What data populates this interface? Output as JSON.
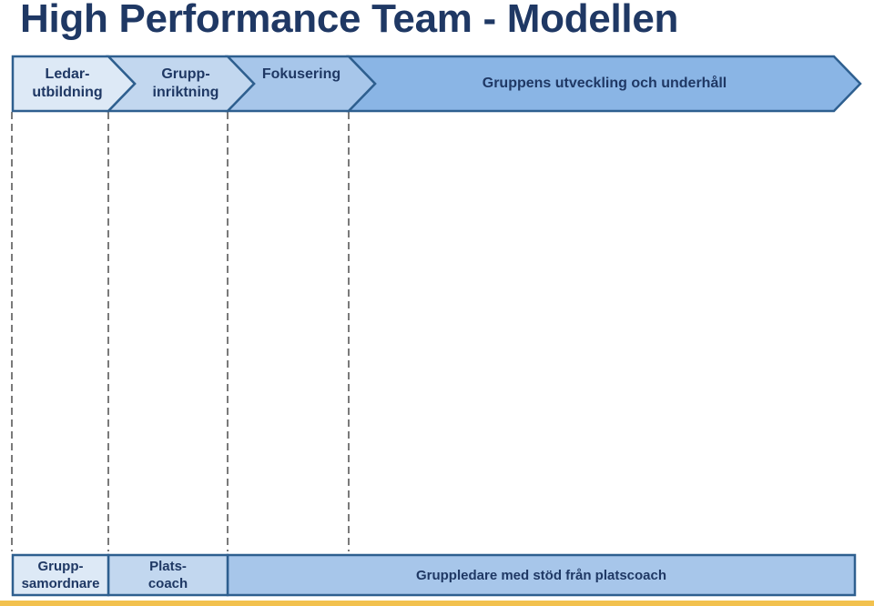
{
  "title": "High Performance Team - Modellen",
  "phases": [
    {
      "label": "Ledar-\nutbildning"
    },
    {
      "label": "Grupp-\ninriktning"
    },
    {
      "label": "Fokusering"
    },
    {
      "label": "Gruppens utveckling och underhåll"
    }
  ],
  "roles": [
    {
      "label": "Grupp-\nsamordnare"
    },
    {
      "label": "Plats-\ncoach"
    },
    {
      "label": "Gruppledare med stöd från platscoach"
    }
  ],
  "colors": {
    "title": "#1f3864",
    "outline": "#2e5f8f",
    "phase1": "#dde9f6",
    "phase2": "#c2d7ef",
    "phase3": "#a7c6ea",
    "phase4": "#8ab5e5",
    "accent_bar": "#f2c14e"
  }
}
